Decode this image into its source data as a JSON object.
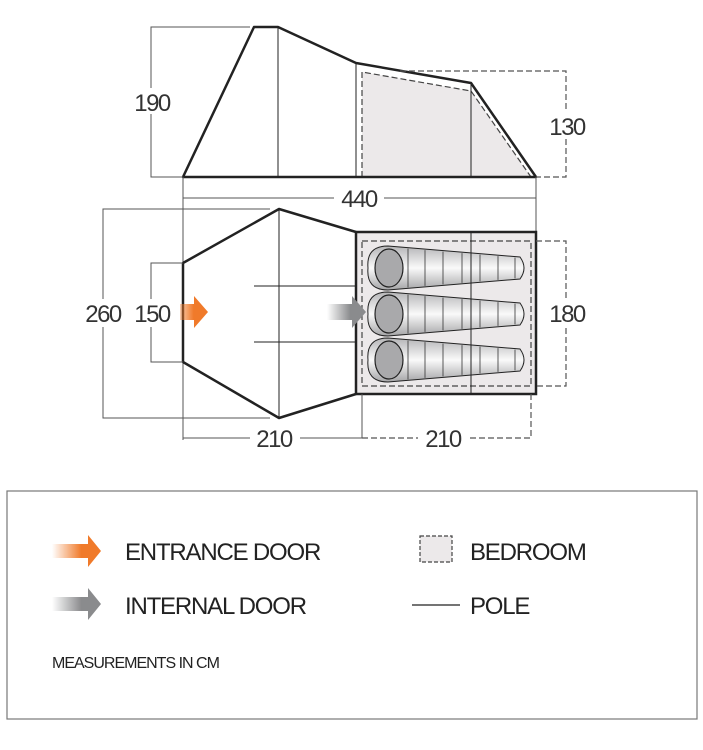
{
  "diagram": {
    "side_view": {
      "height_label": "190",
      "bedroom_height_label": "130",
      "length_label": "440"
    },
    "floor_plan": {
      "width_label": "260",
      "entrance_width_label": "150",
      "bedroom_width_label": "180",
      "porch_length_label": "210",
      "bedroom_length_label": "210",
      "sleeping_bags": 3
    }
  },
  "legend": {
    "entrance_door": "ENTRANCE DOOR",
    "internal_door": "INTERNAL DOOR",
    "bedroom": "BEDROOM",
    "pole": "POLE",
    "note": "MEASUREMENTS IN CM"
  },
  "colors": {
    "entrance": "#f07a2a",
    "internal": "#8a8b8d",
    "bedroom_fill": "#ece9ea",
    "outline": "#222222"
  }
}
